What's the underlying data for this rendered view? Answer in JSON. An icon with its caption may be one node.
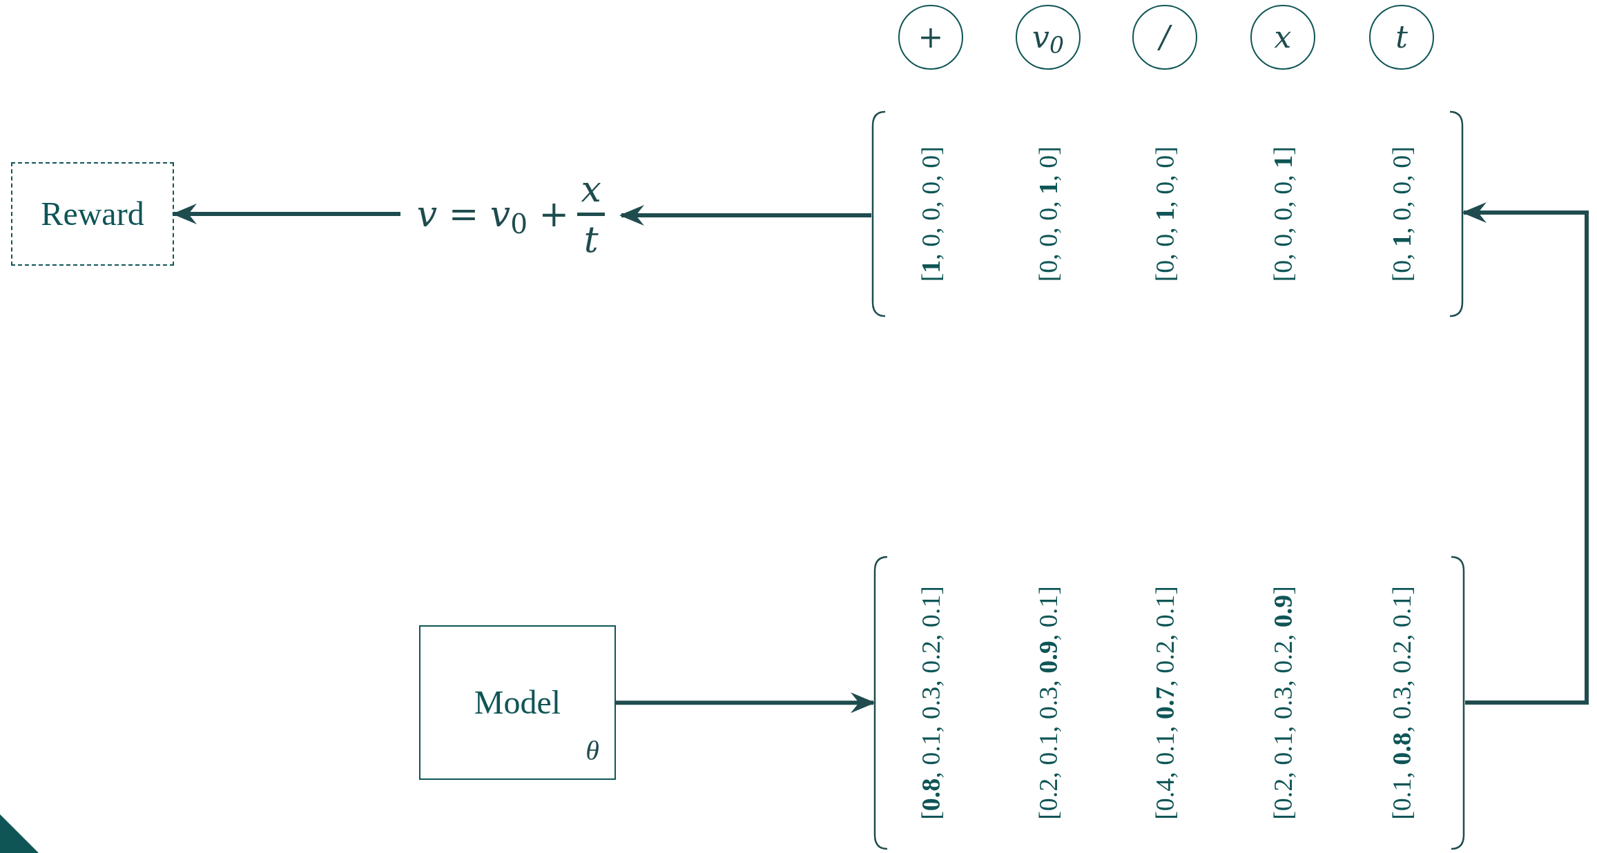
{
  "diagram": {
    "nodes": [
      {
        "text": [
          "+"
        ]
      },
      {
        "text": [
          "v$_{0}$"
        ]
      },
      {
        "text": [
          "/"
        ]
      },
      {
        "text": [
          "x"
        ]
      },
      {
        "text": [
          "t"
        ]
      },
      {
        "text": [
          "Reward"
        ]
      },
      {
        "text": [
          "*v* = *v*$_{0}$ +",
          "x",
          "t"
        ]
      },
      {
        "text": [
          "[**1**, 0, 0, 0, 0]",
          "[0, 0, 0, **1**, 0]",
          "[0, 0, **1**, 0, 0]",
          "[0, 0, 0, 0, **1**]",
          "[0, **1**, 0, 0, 0]"
        ]
      },
      {
        "text": [
          "Model",
          "θ"
        ]
      },
      {
        "text": [
          "[**0.8**, 0.1, 0.3, 0.2, 0.1]",
          "[0.2, 0.1, 0.3, **0.9**, 0.1]",
          "[0.4, 0.1, **0.7**, 0.2, 0.1]",
          "[0.2, 0.1, 0.3, 0.2, **0.9**]",
          "[0.1, **0.8**, 0.3, 0.2, 0.1]"
        ]
      }
    ],
    "edges": [
      {
        "from": 6,
        "to": 5,
        "arrow": "to"
      },
      {
        "from": 7,
        "to": 6,
        "arrow": "to"
      },
      {
        "from": 8,
        "to": 9,
        "arrow": "to"
      },
      {
        "from": 9,
        "to": 7,
        "arrow": "to"
      }
    ]
  }
}
